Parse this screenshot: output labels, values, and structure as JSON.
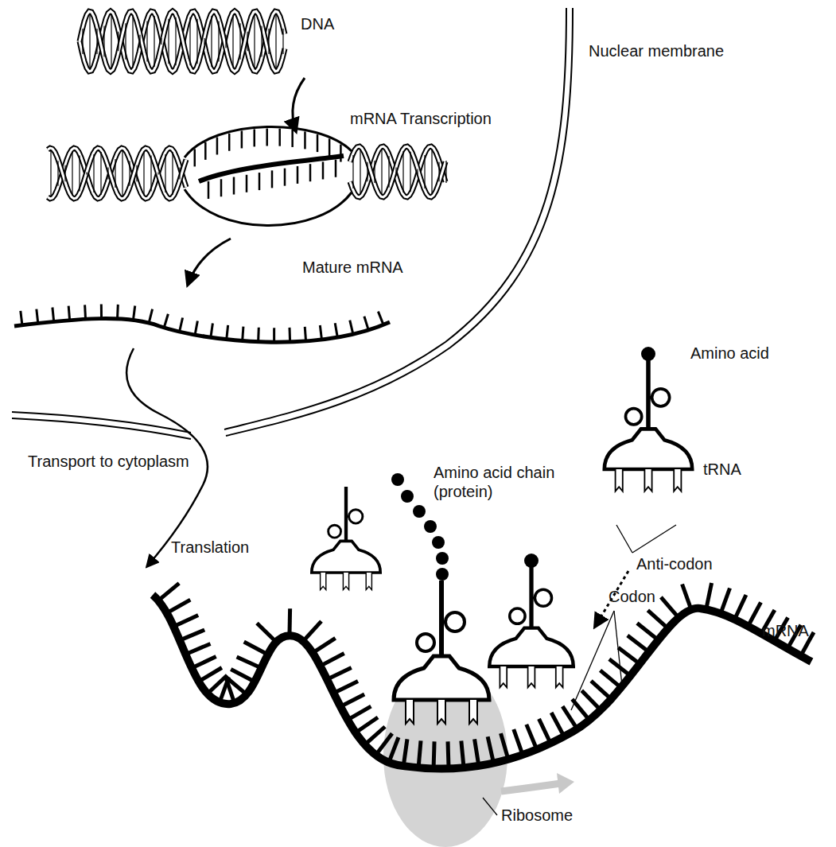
{
  "diagram": {
    "labels": [
      "DNA",
      "Nuclear membrane",
      "mRNA Transcription",
      "Mature mRNA",
      "Amino acid",
      "Transport to cytoplasm",
      "Amino acid chain (protein)",
      "tRNA",
      "Translation",
      "Anti-codon",
      "Codon",
      "mRNA",
      "Ribosome"
    ]
  }
}
